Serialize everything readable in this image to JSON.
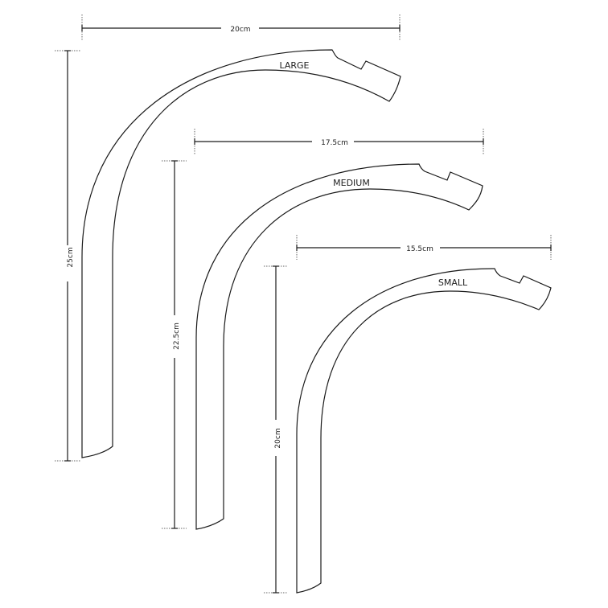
{
  "pieces": [
    {
      "name": "LARGE",
      "width_label": "20cm",
      "height_label": "25cm"
    },
    {
      "name": "MEDIUM",
      "width_label": "17.5cm",
      "height_label": "22.5cm"
    },
    {
      "name": "SMALL",
      "width_label": "15.5cm",
      "height_label": "20cm"
    }
  ],
  "colors": {
    "stroke": "#1a1a1a",
    "background": "#ffffff"
  }
}
